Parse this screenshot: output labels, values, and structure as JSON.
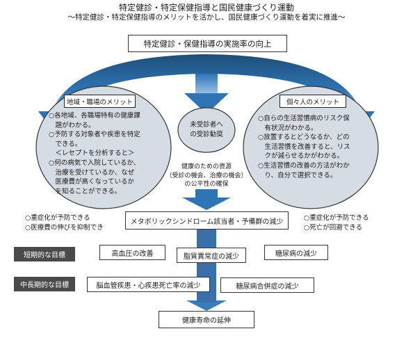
{
  "title": "特定健診・特定保健指導と国民健康づくり運動",
  "subtitle": "～特定健診・特定保健指導のメリットを活かし、国民健康づくり運動を着実に推進～",
  "top_goal": "特定健診・保健指導の実施率の向上",
  "left_circle": {
    "heading": "地域・職場のメリット",
    "items": [
      "○各地域、各職場特有の健康課",
      "　題がわかる。",
      "○予防する対象者や疾患を特定",
      "　できる。",
      "　＜レセプトを分析すると＞",
      "○何の病気で入院しているか、",
      "　治療を受けているか、なぜ",
      "　医療費が高くなっているか",
      "　を知ることができる。"
    ]
  },
  "right_circle": {
    "heading": "個々人のメリット",
    "items": [
      "○自らの生活習慣病のリスク保",
      "　有状況がわかる。",
      "○放置するとどうなるか、どの",
      "　生活習慣を改善すると、リス",
      "　クが減らせるかがわかる。",
      "○生活習慣の改善の方法がわか",
      "　り、自分で選択できる。"
    ]
  },
  "center_circle": {
    "lines": [
      "未受診者へ",
      "の受診勧奨"
    ]
  },
  "resource_text": {
    "lines": [
      "健康のための資源",
      "（受診の機会、治療の機会）",
      "の公平性の確保"
    ]
  },
  "metabolic_box": "メタボリックシンドローム該当者・予備群の減少",
  "left_effects": [
    "○重症化が予防できる",
    "○医療費の伸びを抑制でき"
  ],
  "right_effects": [
    "○重症化が予防できる",
    "○死亡が回避できる"
  ],
  "short_term": {
    "label": "短期的な目標",
    "boxes": [
      "高血圧の改善",
      "脂質異常症の減少",
      "糖尿病の減少"
    ]
  },
  "mid_long_term": {
    "label": "中長期的な目標",
    "boxes": [
      "脳血管疾患・心疾患死亡率の減少",
      "糖尿病合併症の減少"
    ]
  },
  "final_goal": "健康寿命の延伸",
  "colors": {
    "arrow_dark": "#1f4e79",
    "arrow_mid": "#2e75b6",
    "arrow_light": "#9dc3e6",
    "circle_fill": "#d6dce4",
    "circle_stroke": "#333333",
    "label_bg": "#4a4a4a"
  }
}
